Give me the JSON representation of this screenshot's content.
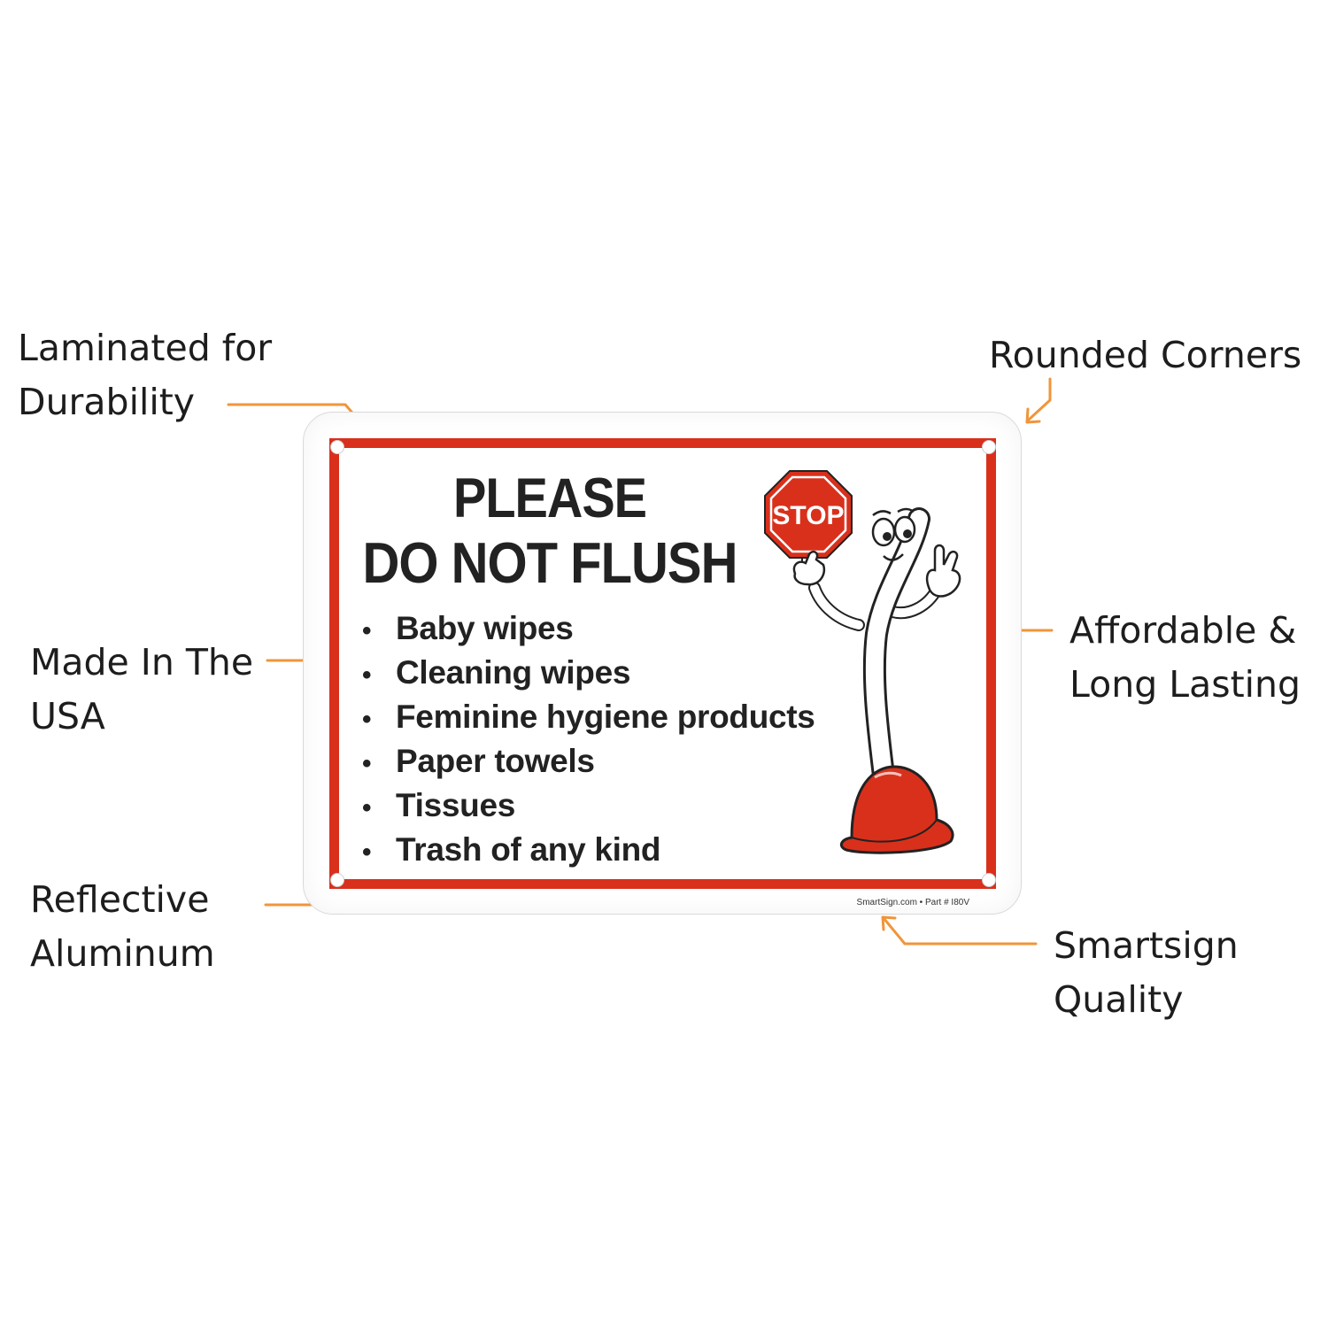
{
  "callouts": {
    "laminated": [
      "Laminated for",
      "Durability"
    ],
    "rounded": [
      "Rounded Corners"
    ],
    "made_in": [
      "Made In The",
      "USA"
    ],
    "affordable": [
      "Affordable &",
      "Long Lasting"
    ],
    "reflective": [
      "Reflective",
      "Aluminum"
    ],
    "smartsign": [
      "Smartsign",
      "Quality"
    ]
  },
  "sign": {
    "title_line1": "PLEASE",
    "title_line2": "DO NOT FLUSH",
    "bullet": "•",
    "items": [
      "Baby wipes",
      "Cleaning wipes",
      "Feminine hygiene products",
      "Paper towels",
      "Tissues",
      "Trash of any kind"
    ],
    "stop_label": "STOP",
    "footer": "SmartSign.com • Part # I80V"
  },
  "colors": {
    "border_red": "#d9301c",
    "callout_orange": "#f0953a",
    "text_dark": "#222222"
  }
}
